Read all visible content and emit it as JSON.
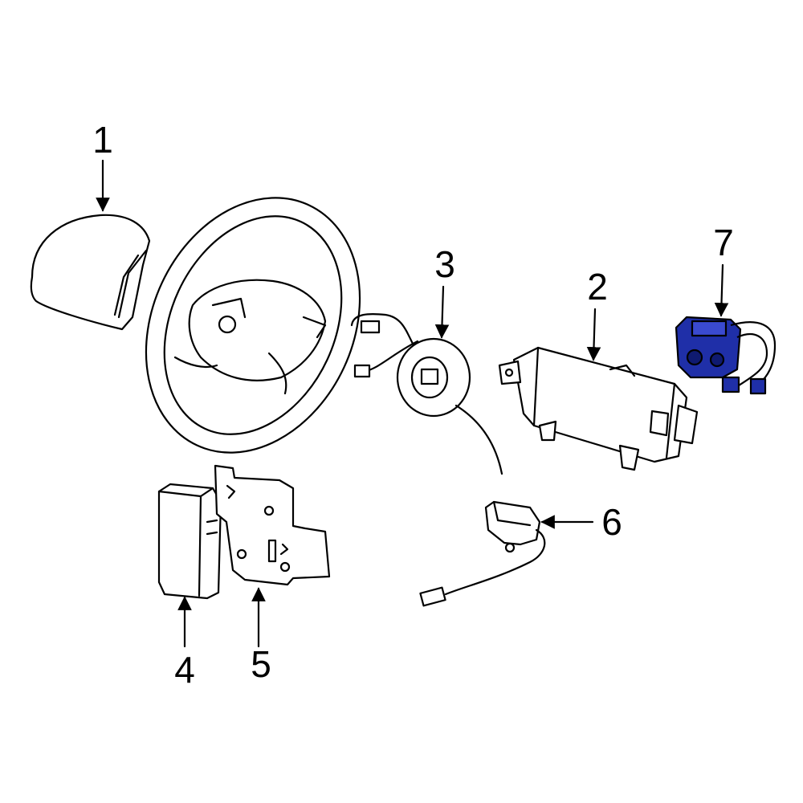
{
  "callouts": [
    "1",
    "2",
    "3",
    "4",
    "5",
    "6",
    "7"
  ],
  "colors": {
    "highlight": "#1f2fa8",
    "highlight_dark": "#0f1a70",
    "line": "#000000",
    "background": "#ffffff"
  }
}
